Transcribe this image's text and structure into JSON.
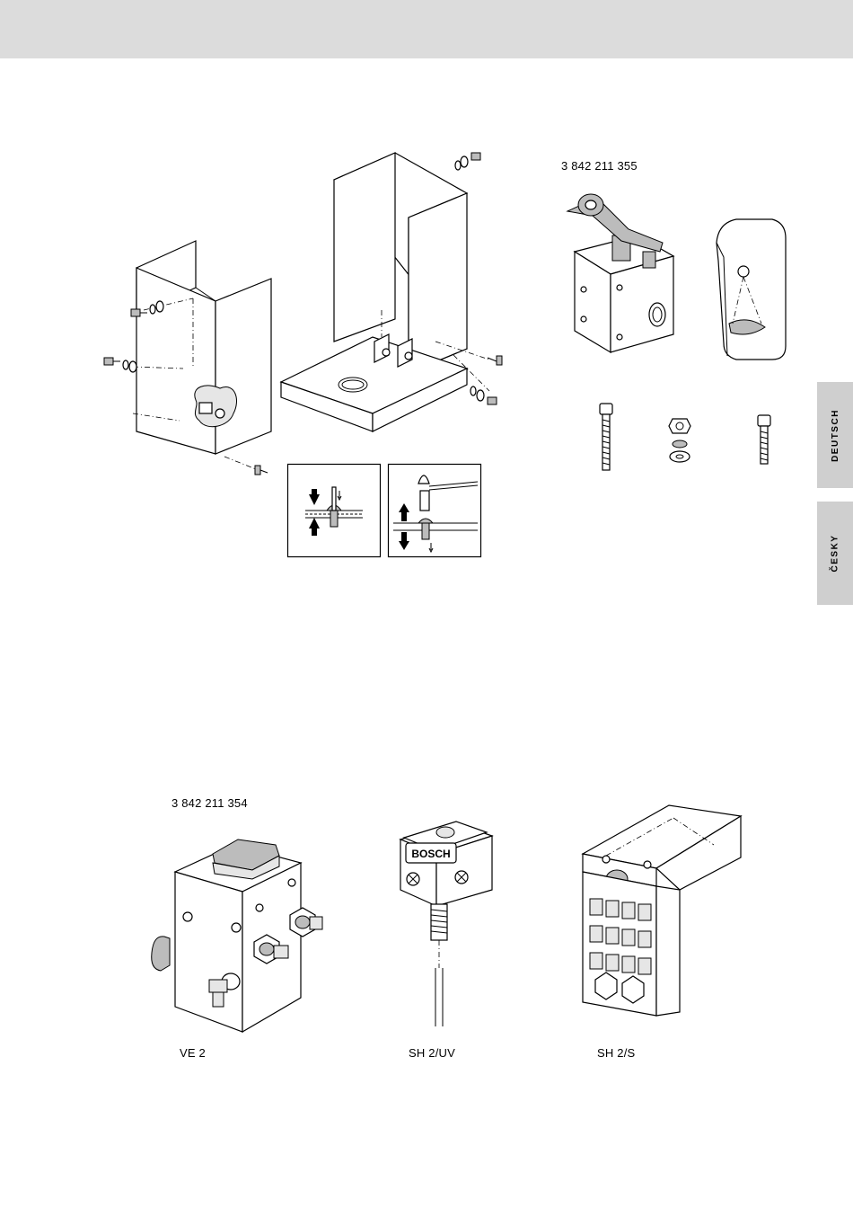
{
  "top_right_part_number": "3 842 211 355",
  "bottom_left_part_number": "3 842 211 354",
  "captions": {
    "ve2": "VE 2",
    "sh2uv": "SH 2/UV",
    "sh2s": "SH 2/S"
  },
  "switch_logo_text": "BOSCH",
  "language_tabs": [
    {
      "label": "DEUTSCH",
      "active": true
    },
    {
      "label": "ČESKY",
      "active": false
    }
  ],
  "colors": {
    "header_band": "#dcdcdc",
    "tab_background": "#cfcfcf"
  }
}
